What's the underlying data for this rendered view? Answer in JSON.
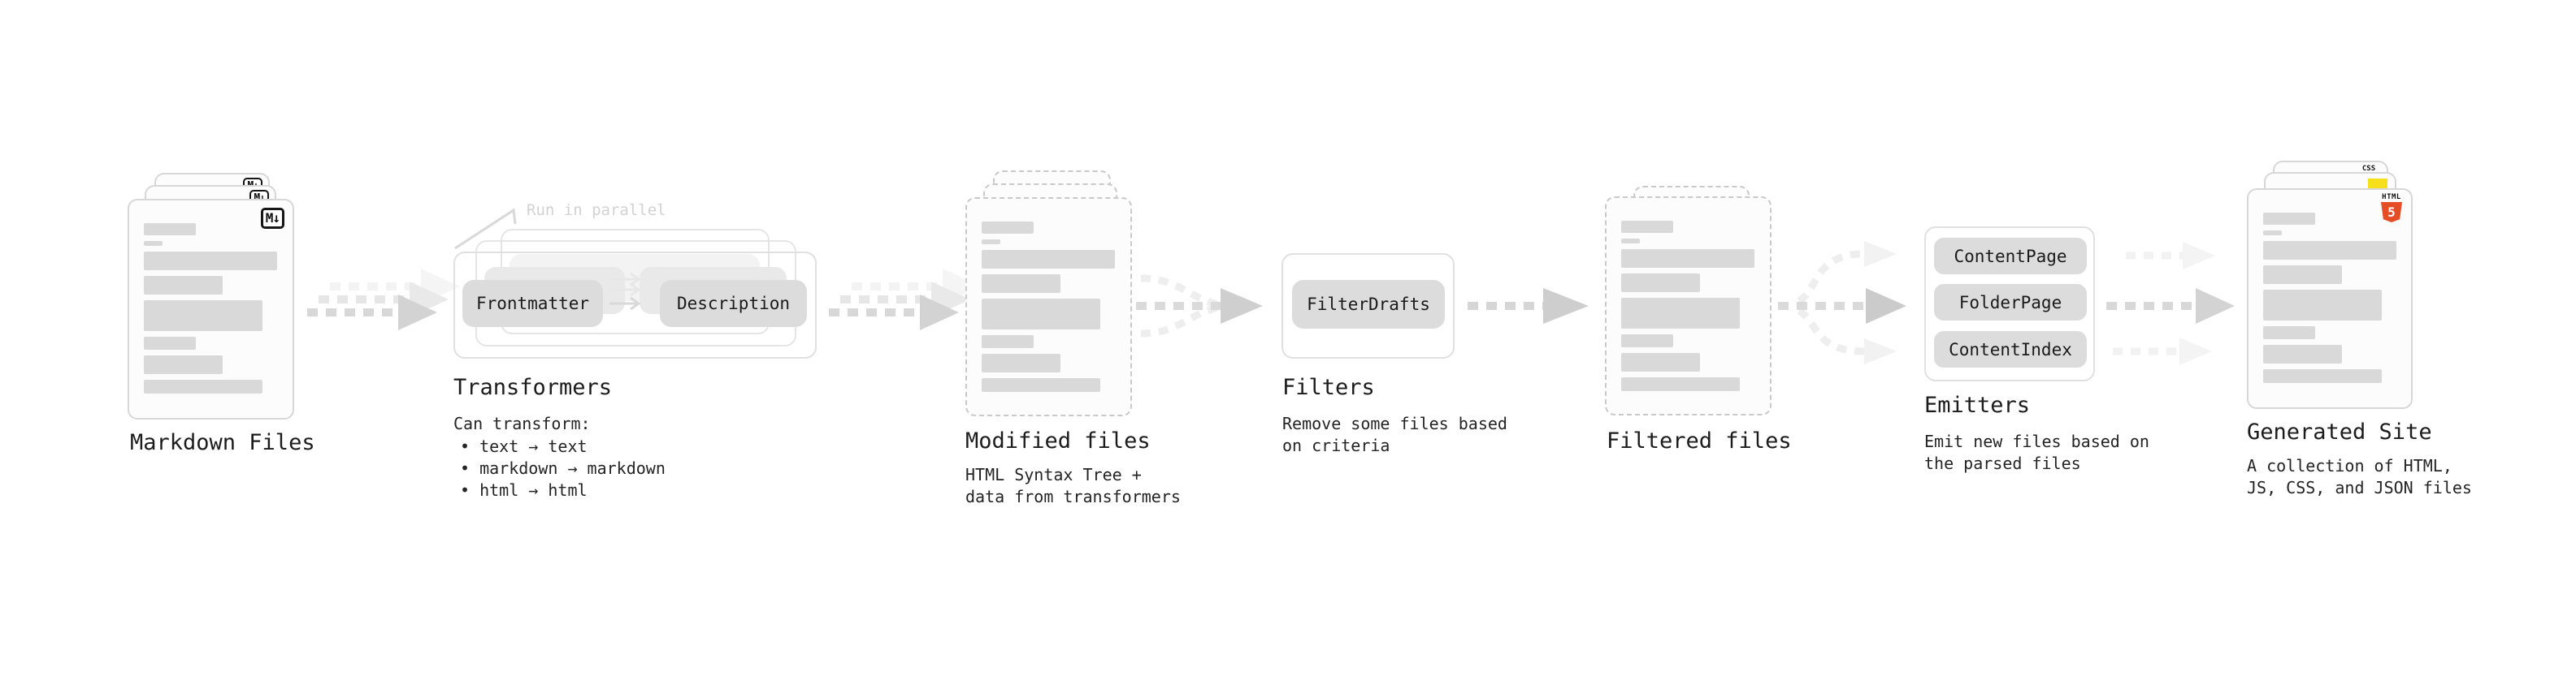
{
  "stages": {
    "markdown_files": {
      "label": "Markdown Files",
      "badge": "M↓"
    },
    "transformers": {
      "label": "Transformers",
      "note": "Run in parallel",
      "pill_left": "Frontmatter",
      "pill_right": "Description",
      "desc_intro": "Can transform:",
      "bullets": [
        "text → text",
        "markdown → markdown",
        "html → html"
      ]
    },
    "modified_files": {
      "label": "Modified files",
      "desc": "HTML Syntax Tree +\ndata from transformers"
    },
    "filters": {
      "label": "Filters",
      "pill": "FilterDrafts",
      "desc": "Remove some files based\non criteria"
    },
    "filtered_files": {
      "label": "Filtered files"
    },
    "emitters": {
      "label": "Emitters",
      "pills": [
        "ContentPage",
        "FolderPage",
        "ContentIndex"
      ],
      "desc": "Emit new files based on\nthe parsed files"
    },
    "generated_site": {
      "label": "Generated Site",
      "desc": "A collection of HTML,\nJS, CSS, and JSON files",
      "css_badge": "CSS",
      "html5_label": "HTML",
      "html5_number": "5"
    }
  },
  "colors": {
    "html5_orange": "#e44d26",
    "js_yellow": "#f7df1e",
    "css_blue": "#2d6ae3",
    "placeholder_gray": "#d9d9d9",
    "arrow_gray": "#d8d8d8"
  }
}
